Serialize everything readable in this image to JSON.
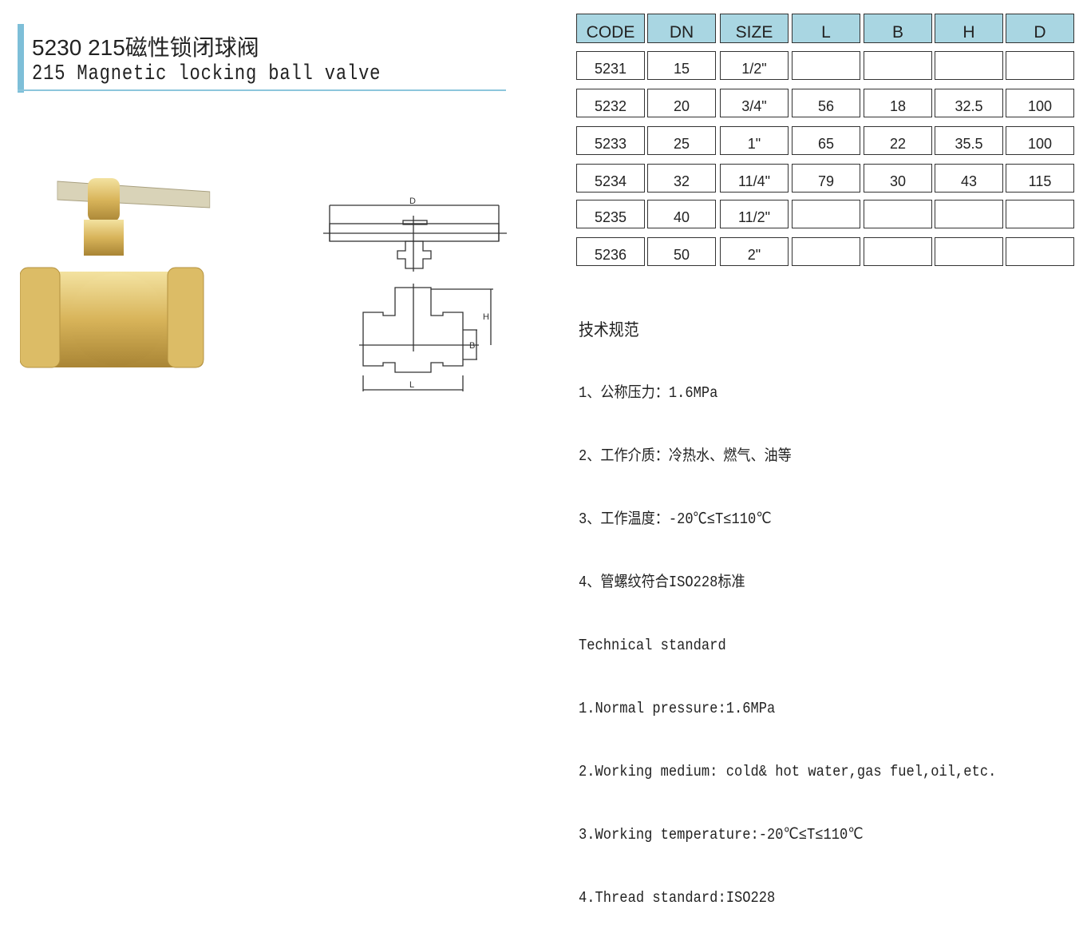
{
  "title": {
    "cn": "5230 215磁性锁闭球阀",
    "en": "215 Magnetic locking  ball valve"
  },
  "table": {
    "headers": [
      "CODE",
      "DN",
      "SIZE",
      "L",
      "B",
      "H",
      "D"
    ],
    "rows": [
      [
        "5231",
        "15",
        "1/2\"",
        "",
        "",
        "",
        ""
      ],
      [
        "5232",
        "20",
        "3/4\"",
        "56",
        "18",
        "32.5",
        "100"
      ],
      [
        "5233",
        "25",
        "1\"",
        "65",
        "22",
        "35.5",
        "100"
      ],
      [
        "5234",
        "32",
        "11/4\"",
        "79",
        "30",
        "43",
        "115"
      ],
      [
        "5235",
        "40",
        "11/2\"",
        "",
        "",
        "",
        ""
      ],
      [
        "5236",
        "50",
        "2\"",
        "",
        "",
        "",
        ""
      ]
    ]
  },
  "drawing": {
    "labels": {
      "d": "D",
      "h": "H",
      "b": "B",
      "l": "L"
    }
  },
  "specs": {
    "cn_heading": "技术规范",
    "cn": [
      "1、公称压力：1.6MPa",
      "2、工作介质：冷热水、燃气、油等",
      "3、工作温度：-20℃≤T≤110℃",
      "4、管螺纹符合ISO228标准"
    ],
    "en_heading": "Technical standard",
    "en": [
      "1.Normal pressure:1.6MPa",
      "2.Working medium: cold& hot water,gas fuel,oil,etc.",
      "3.Working temperature:-20℃≤T≤110℃",
      "4.Thread standard:ISO228"
    ]
  },
  "colors": {
    "header": "#a9d6e2",
    "accent": "#7ebfd8"
  }
}
